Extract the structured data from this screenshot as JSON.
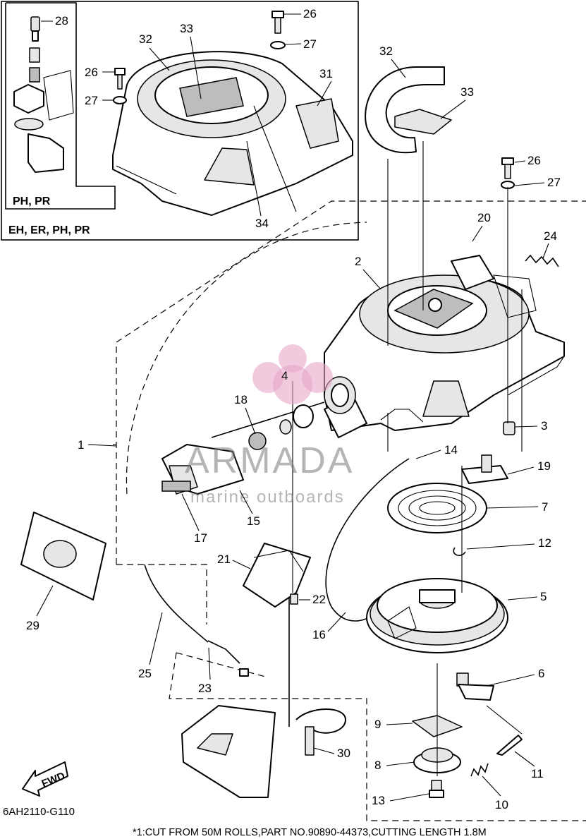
{
  "diagram_code": "6AH2110-G110",
  "footnote": "*1:CUT FROM 50M ROLLS,PART NO.90890-44373,CUTTING LENGTH 1.8M",
  "fwd_label": "FWD",
  "inset": {
    "inner_label": "PH, PR",
    "outer_label": "EH, ER, PH, PR"
  },
  "watermark": {
    "brand": "ARMADA",
    "tagline": "marine outboards",
    "logo_color": "#e8a6c8"
  },
  "callouts": {
    "c1": "1",
    "c2": "2",
    "c3": "3",
    "c4": "4",
    "c5": "5",
    "c6": "6",
    "c7": "7",
    "c8": "8",
    "c9": "9",
    "c10": "10",
    "c11": "11",
    "c12": "12",
    "c13": "13",
    "c14": "14",
    "c15": "15",
    "c16": "16",
    "c17": "17",
    "c18": "18",
    "c19": "19",
    "c20": "20",
    "c21": "21",
    "c22": "22",
    "c23": "23",
    "c24": "24",
    "c25": "25",
    "c26": "26",
    "c27": "27",
    "c28": "28",
    "c29": "29",
    "c30": "30",
    "c31": "31",
    "c32": "32",
    "c33": "33",
    "c34": "34"
  }
}
